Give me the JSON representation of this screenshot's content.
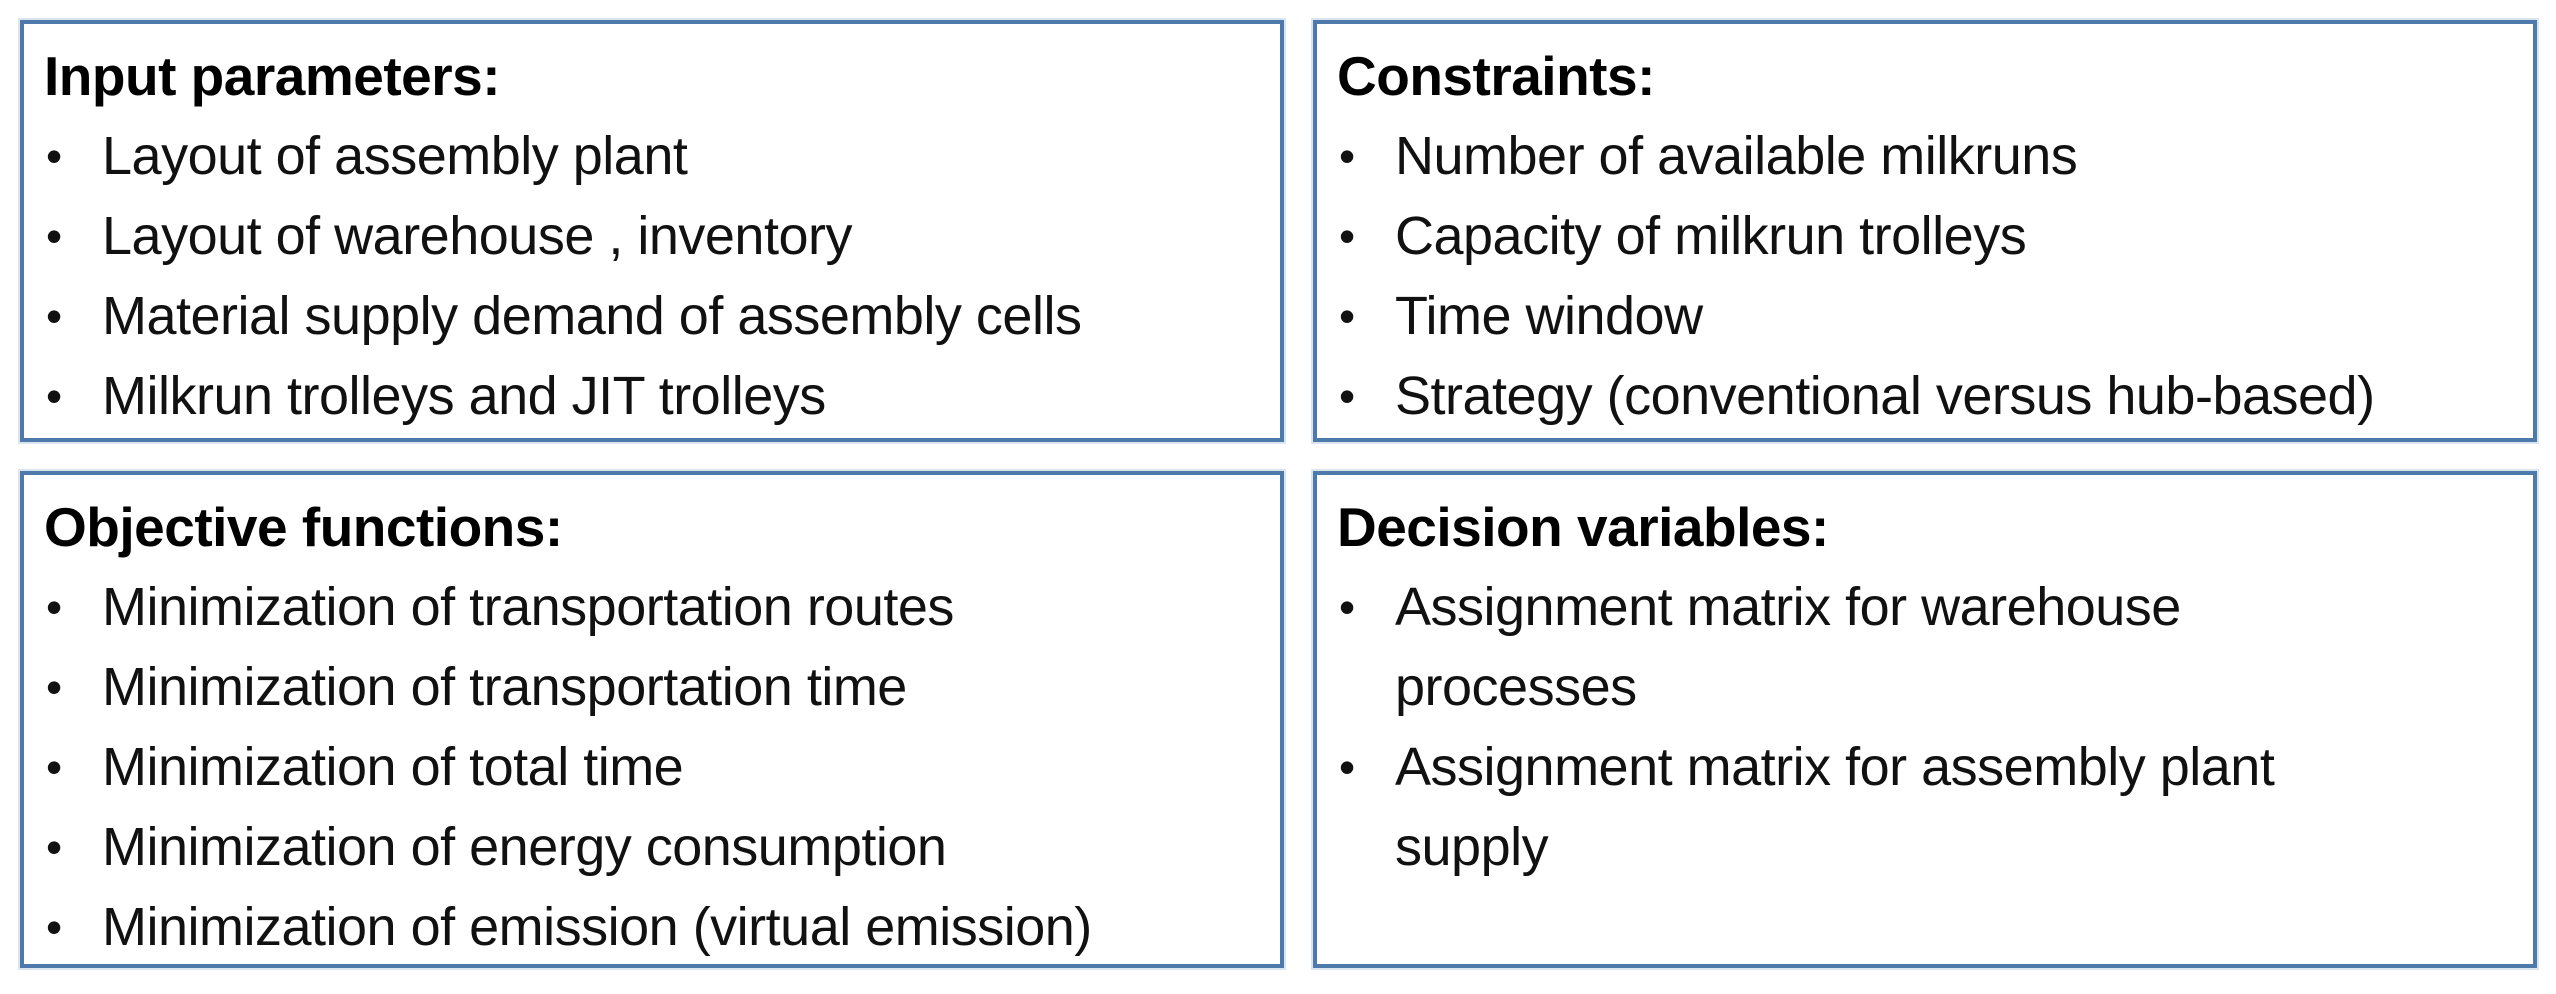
{
  "colors": {
    "border": "#4e79ab",
    "border_halo": "#dbe5f0",
    "text": "#111111",
    "background": "#ffffff"
  },
  "bullet_glyph": "•",
  "boxes": [
    {
      "id": "input-parameters",
      "title": "Input parameters:",
      "items": [
        "Layout of assembly plant",
        "Layout of warehouse , inventory",
        "Material supply demand of assembly cells",
        "Milkrun trolleys and JIT trolleys"
      ]
    },
    {
      "id": "constraints",
      "title": "Constraints:",
      "items": [
        "Number of available milkruns",
        "Capacity of milkrun trolleys",
        "Time window",
        "Strategy (conventional versus hub-based)"
      ]
    },
    {
      "id": "objective-functions",
      "title": "Objective functions:",
      "items": [
        "Minimization of transportation routes",
        "Minimization of transportation time",
        "Minimization of total time",
        "Minimization of energy consumption",
        "Minimization of emission (virtual emission)"
      ]
    },
    {
      "id": "decision-variables",
      "title": "Decision variables:",
      "items": [
        "Assignment matrix for warehouse\nprocesses",
        "Assignment matrix for assembly plant\nsupply"
      ]
    }
  ]
}
